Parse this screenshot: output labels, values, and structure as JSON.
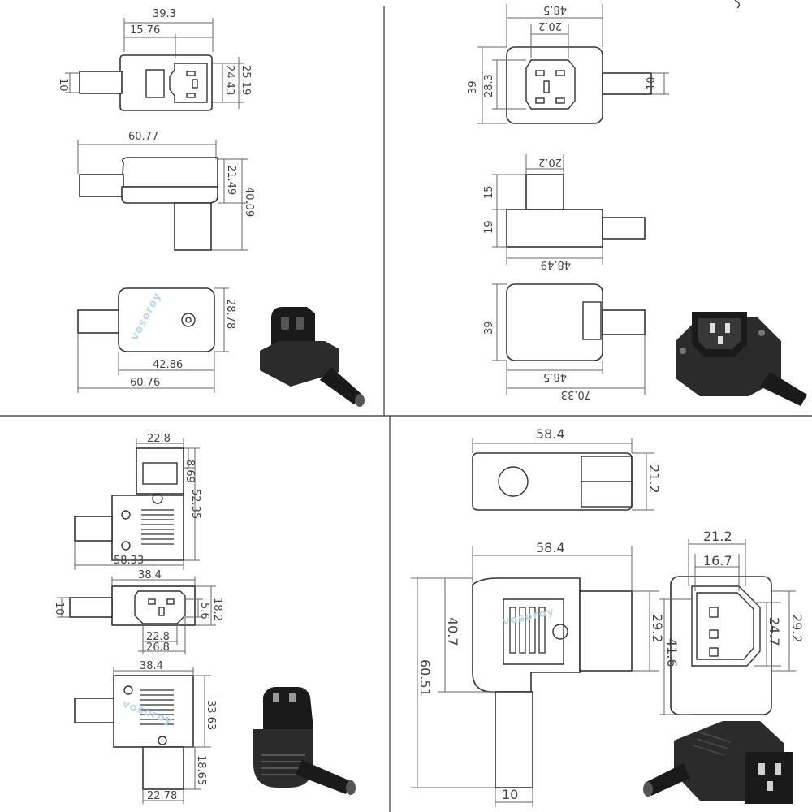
{
  "watermark": "vosoroy",
  "panels": {
    "top_left": {
      "dims": {
        "d393": "39.3",
        "d1576": "15.76",
        "d10": "10",
        "d2443": "24.43",
        "d2519": "25.19",
        "d6077": "60.77",
        "d2149": "21.49",
        "d4009": "40.09",
        "d2878": "28.78",
        "d4286": "42.86",
        "d6076": "60.76"
      }
    },
    "top_right": {
      "dims": {
        "d485a": "48.5",
        "d202a": "20.2",
        "d39a": "39",
        "d283": "28.3",
        "d10": "10",
        "d202b": "20.2",
        "d15": "15",
        "d19": "19",
        "d4849": "48.49",
        "d39b": "39",
        "d485b": "48.5",
        "d7033": "70.33"
      }
    },
    "bottom_left": {
      "dims": {
        "d228a": "22.8",
        "d869": "8.69",
        "d5235": "52.35",
        "d5833": "58.33",
        "d384a": "38.4",
        "d10": "10",
        "d56": "5.6",
        "d182": "18.2",
        "d228b": "22.8",
        "d268": "26.8",
        "d384b": "38.4",
        "d3363": "33.63",
        "d1865": "18.65",
        "d2278": "22.78"
      }
    },
    "bottom_right": {
      "dims": {
        "d584a": "58.4",
        "d212a": "21.2",
        "d584b": "58.4",
        "d292a": "29.2",
        "d407": "40.7",
        "d6051": "60.51",
        "d10": "10",
        "d212b": "21.2",
        "d167": "16.7",
        "d416": "41.6",
        "d247": "24.7",
        "d292b": "29.2"
      }
    }
  }
}
